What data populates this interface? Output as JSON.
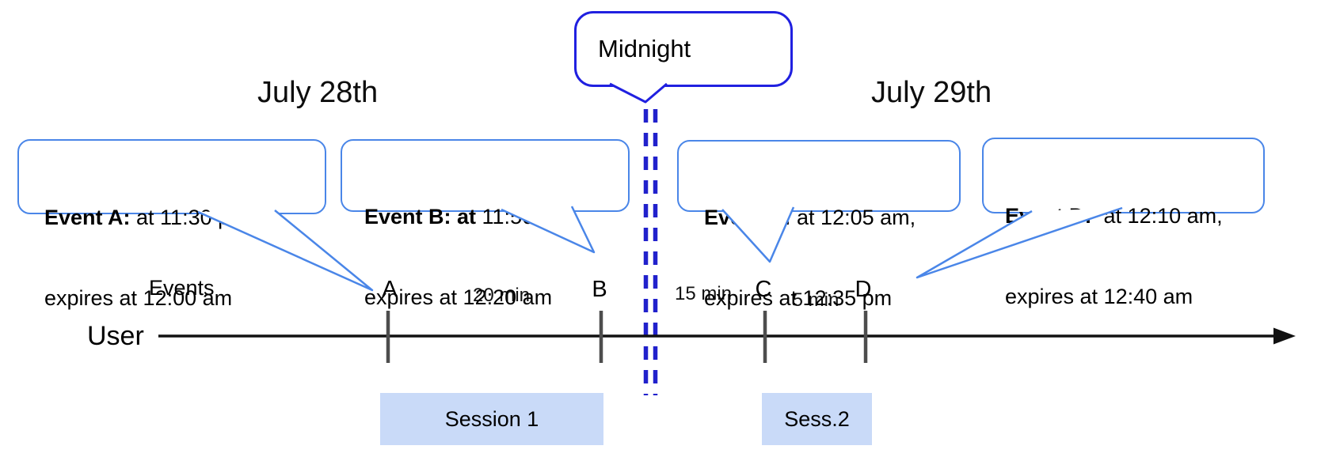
{
  "dates": {
    "left_label": "July 28th",
    "right_label": "July 29th"
  },
  "midnight_callout": {
    "label": "Midnight"
  },
  "axis": {
    "events_label": "Events",
    "user_label": "User"
  },
  "event_callouts": [
    {
      "bold_label": "Event A:",
      "line1_rest": " at 11:30 pm,",
      "line2": "expires at 12:00 am"
    },
    {
      "bold_label": "Event B: at",
      "line1_rest": " 11:50 pm,",
      "line2": "expires at 12:20 am"
    },
    {
      "bold_label": "Event C:",
      "line1_rest": " at 12:05 am,",
      "line2": "expires at 12:35 pm"
    },
    {
      "bold_label": "Event D:",
      "line1_rest": "  at 12:10 am,",
      "line2": "expires at 12:40 am"
    }
  ],
  "timeline": {
    "markers": [
      "A",
      "B",
      "C",
      "D"
    ],
    "gap_labels": [
      "20 min",
      "15 min",
      "5 min"
    ]
  },
  "sessions": [
    {
      "label": "Session 1"
    },
    {
      "label": "Sess.2"
    }
  ],
  "colors": {
    "callout_border": "#4a86e8",
    "midnight_border": "#2020e0",
    "midnight_dash": "#2121cc",
    "session_fill": "#c9daf8",
    "tick": "#4d4d4d",
    "axis_line": "#111111",
    "text": "#000000"
  }
}
